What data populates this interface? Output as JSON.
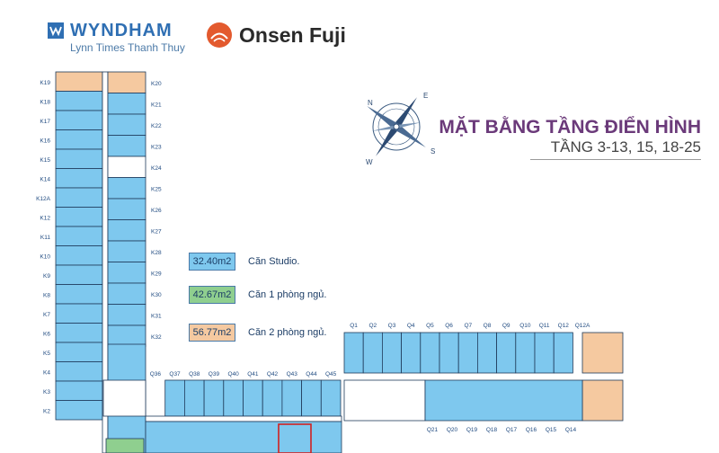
{
  "brand": {
    "wyndham": "WYNDHAM",
    "wyndham_sub": "Lynn Times Thanh Thuy",
    "onsen": "Onsen Fuji"
  },
  "title": {
    "main": "MẶT BẰNG TẦNG ĐIỂN HÌNH",
    "floors": "TẦNG  3-13, 15, 18-25"
  },
  "compass": {
    "n": "N",
    "e": "E",
    "s": "S",
    "w": "W"
  },
  "legend": [
    {
      "area": "32.40m2",
      "label": "Căn Studio.",
      "color": "#7ec8ee"
    },
    {
      "area": "42.67m2",
      "label": "Căn 1 phòng ngủ.",
      "color": "#8fcf8f"
    },
    {
      "area": "56.77m2",
      "label": "Căn 2 phòng ngủ.",
      "color": "#f5c9a0"
    }
  ],
  "colors": {
    "studio": "#7ec8ee",
    "one_bed": "#8fcf8f",
    "two_bed": "#f5c9a0",
    "title": "#6b3a7a",
    "accent": "#1f4a80"
  },
  "units": {
    "k_left": [
      "K19",
      "K18",
      "K17",
      "K16",
      "K15",
      "K14",
      "K12A",
      "K12",
      "K11",
      "K10",
      "K9",
      "K8",
      "K7",
      "K6",
      "K5",
      "K4",
      "K3",
      "K2"
    ],
    "k_right": [
      "K20",
      "K21",
      "K22",
      "K23",
      "K24",
      "K25",
      "K26",
      "K27",
      "K28",
      "K29",
      "K30",
      "K31",
      "K32"
    ],
    "q_top_left": [
      "Q36",
      "Q37",
      "Q38",
      "Q39",
      "Q40",
      "Q41",
      "Q42",
      "Q43",
      "Q44",
      "Q45"
    ],
    "q_top_right": [
      "Q1",
      "Q2",
      "Q3",
      "Q4",
      "Q5",
      "Q6",
      "Q7",
      "Q8",
      "Q9",
      "Q10",
      "Q11",
      "Q12",
      "Q12A"
    ],
    "q_bottom_right": [
      "Q21",
      "Q20",
      "Q19",
      "Q18",
      "Q17",
      "Q16",
      "Q15",
      "Q14"
    ]
  }
}
